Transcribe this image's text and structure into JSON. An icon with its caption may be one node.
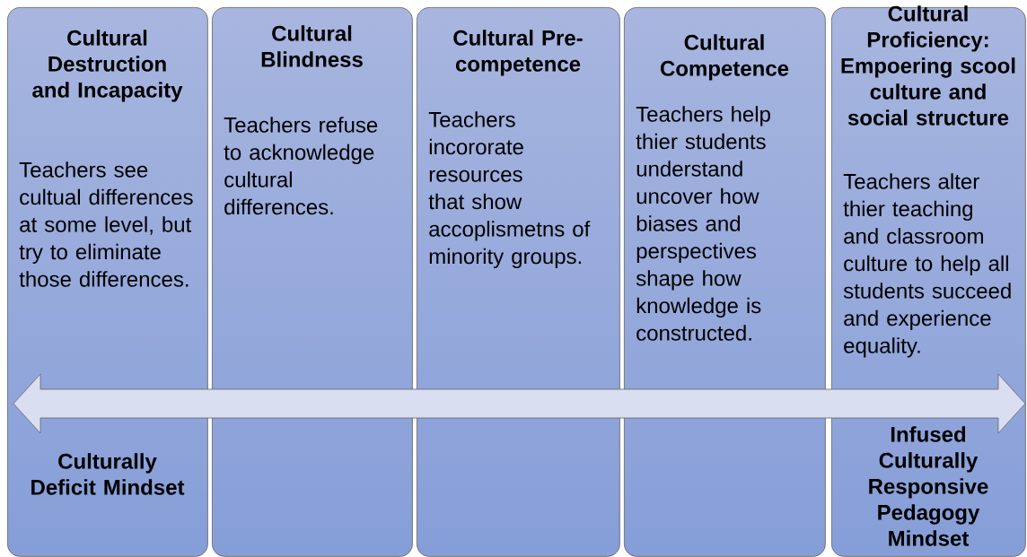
{
  "diagram": {
    "nodes": [
      {
        "text": [
          "Cultural Destruction and Incapacity",
          "Teachers see cultual differences at some level, but try to eliminate those differences.",
          "Culturally Deficit Mindset"
        ]
      },
      {
        "text": [
          "Cultural Blindness",
          "Teachers refuse to acknowledge cultural differences."
        ]
      },
      {
        "text": [
          "Cultural Pre-competence",
          "Teachers incororate resources that show accoplismetns of minority groups."
        ]
      },
      {
        "text": [
          "Cultural Competence",
          "Teachers help thier students understand uncover how biases and perspectives shape how knowledge is constructed."
        ]
      },
      {
        "text": [
          "Cultural Proficiency: Empoering scool culture and social structure",
          "Teachers alter thier teaching and classroom culture to help all students succeed and experience equality.",
          "Infused Culturally Responsive Pedagogy Mindset"
        ]
      }
    ]
  }
}
